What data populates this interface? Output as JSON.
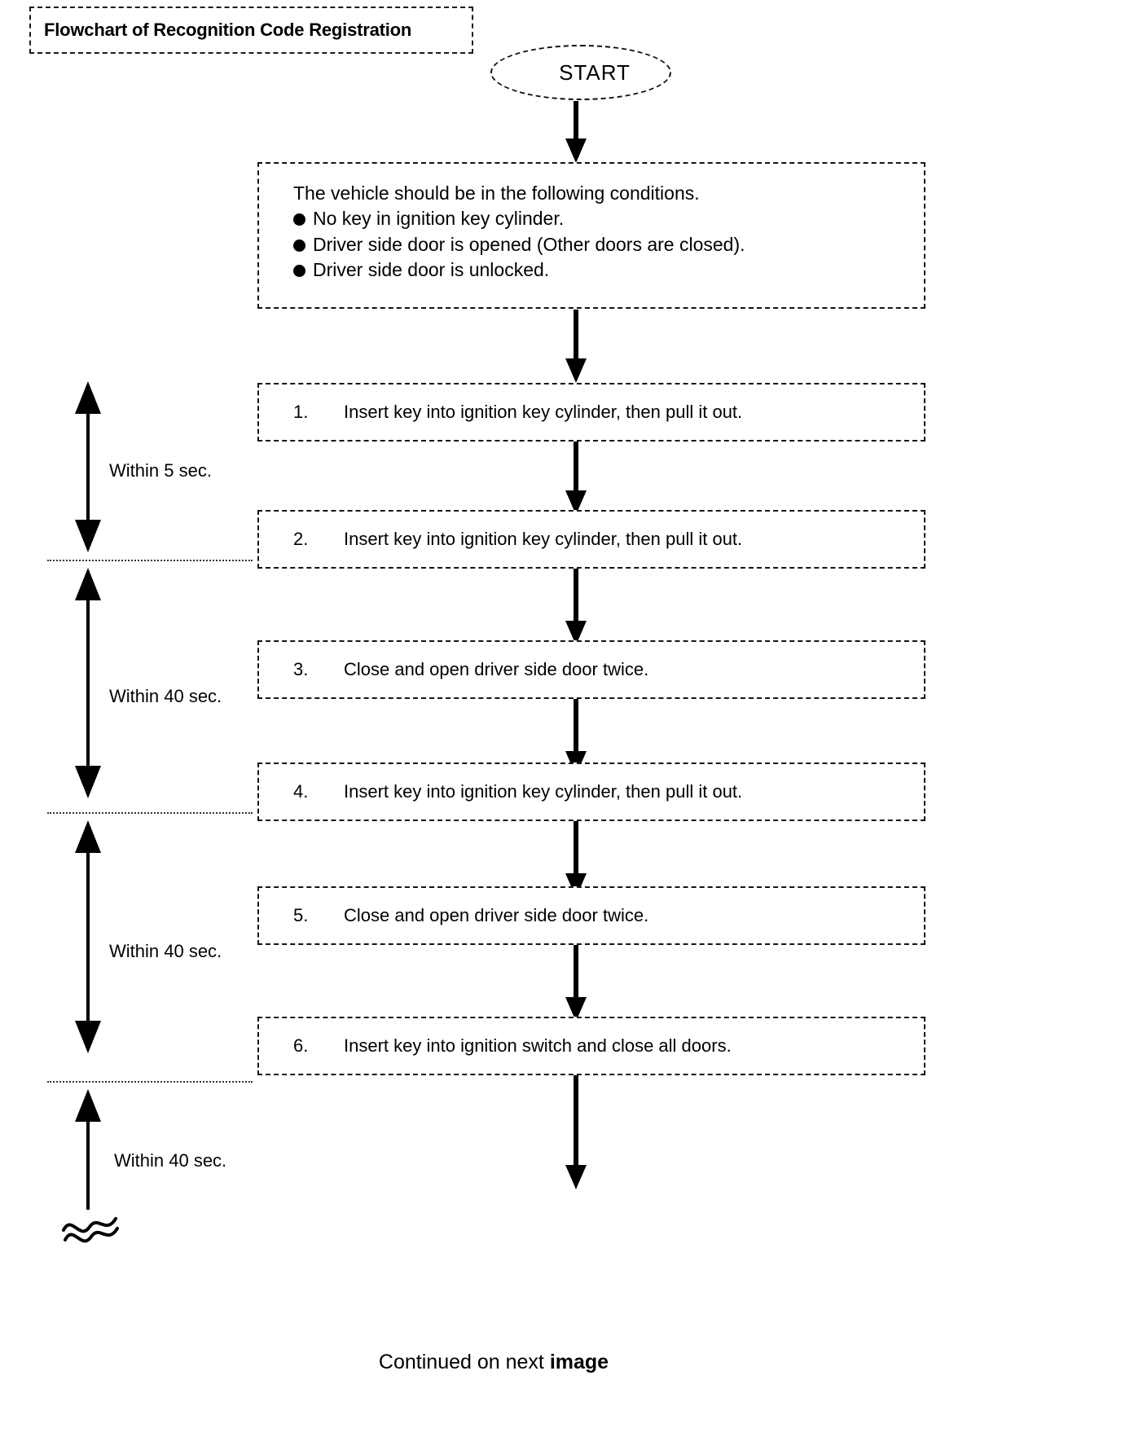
{
  "title": {
    "text": "Flowchart of Recognition Code Registration"
  },
  "start": {
    "label": "START"
  },
  "conditions": {
    "heading": "The vehicle should be in the following conditions.",
    "items": [
      "No key in ignition key cylinder.",
      "Driver side door is opened (Other doors are closed).",
      "Driver side door is unlocked."
    ]
  },
  "steps": [
    {
      "number": "1.",
      "text": "Insert key into ignition key cylinder, then pull it out."
    },
    {
      "number": "2.",
      "text": "Insert key into ignition key cylinder, then pull it out."
    },
    {
      "number": "3.",
      "text": "Close and open driver side door twice."
    },
    {
      "number": "4.",
      "text": "Insert key into ignition key cylinder, then pull it out."
    },
    {
      "number": "5.",
      "text": "Close and open driver side door twice."
    },
    {
      "number": "6.",
      "text": "Insert key into ignition switch and close all doors."
    }
  ],
  "timings": [
    {
      "label": "Within 5 sec."
    },
    {
      "label": "Within 40 sec."
    },
    {
      "label": "Within 40 sec."
    },
    {
      "label": "Within 40 sec."
    }
  ],
  "footer": {
    "prefix": "Continued on next ",
    "emphasis": "image"
  },
  "colors": {
    "ink": "#000000",
    "paper": "#ffffff",
    "border": "#141414"
  }
}
